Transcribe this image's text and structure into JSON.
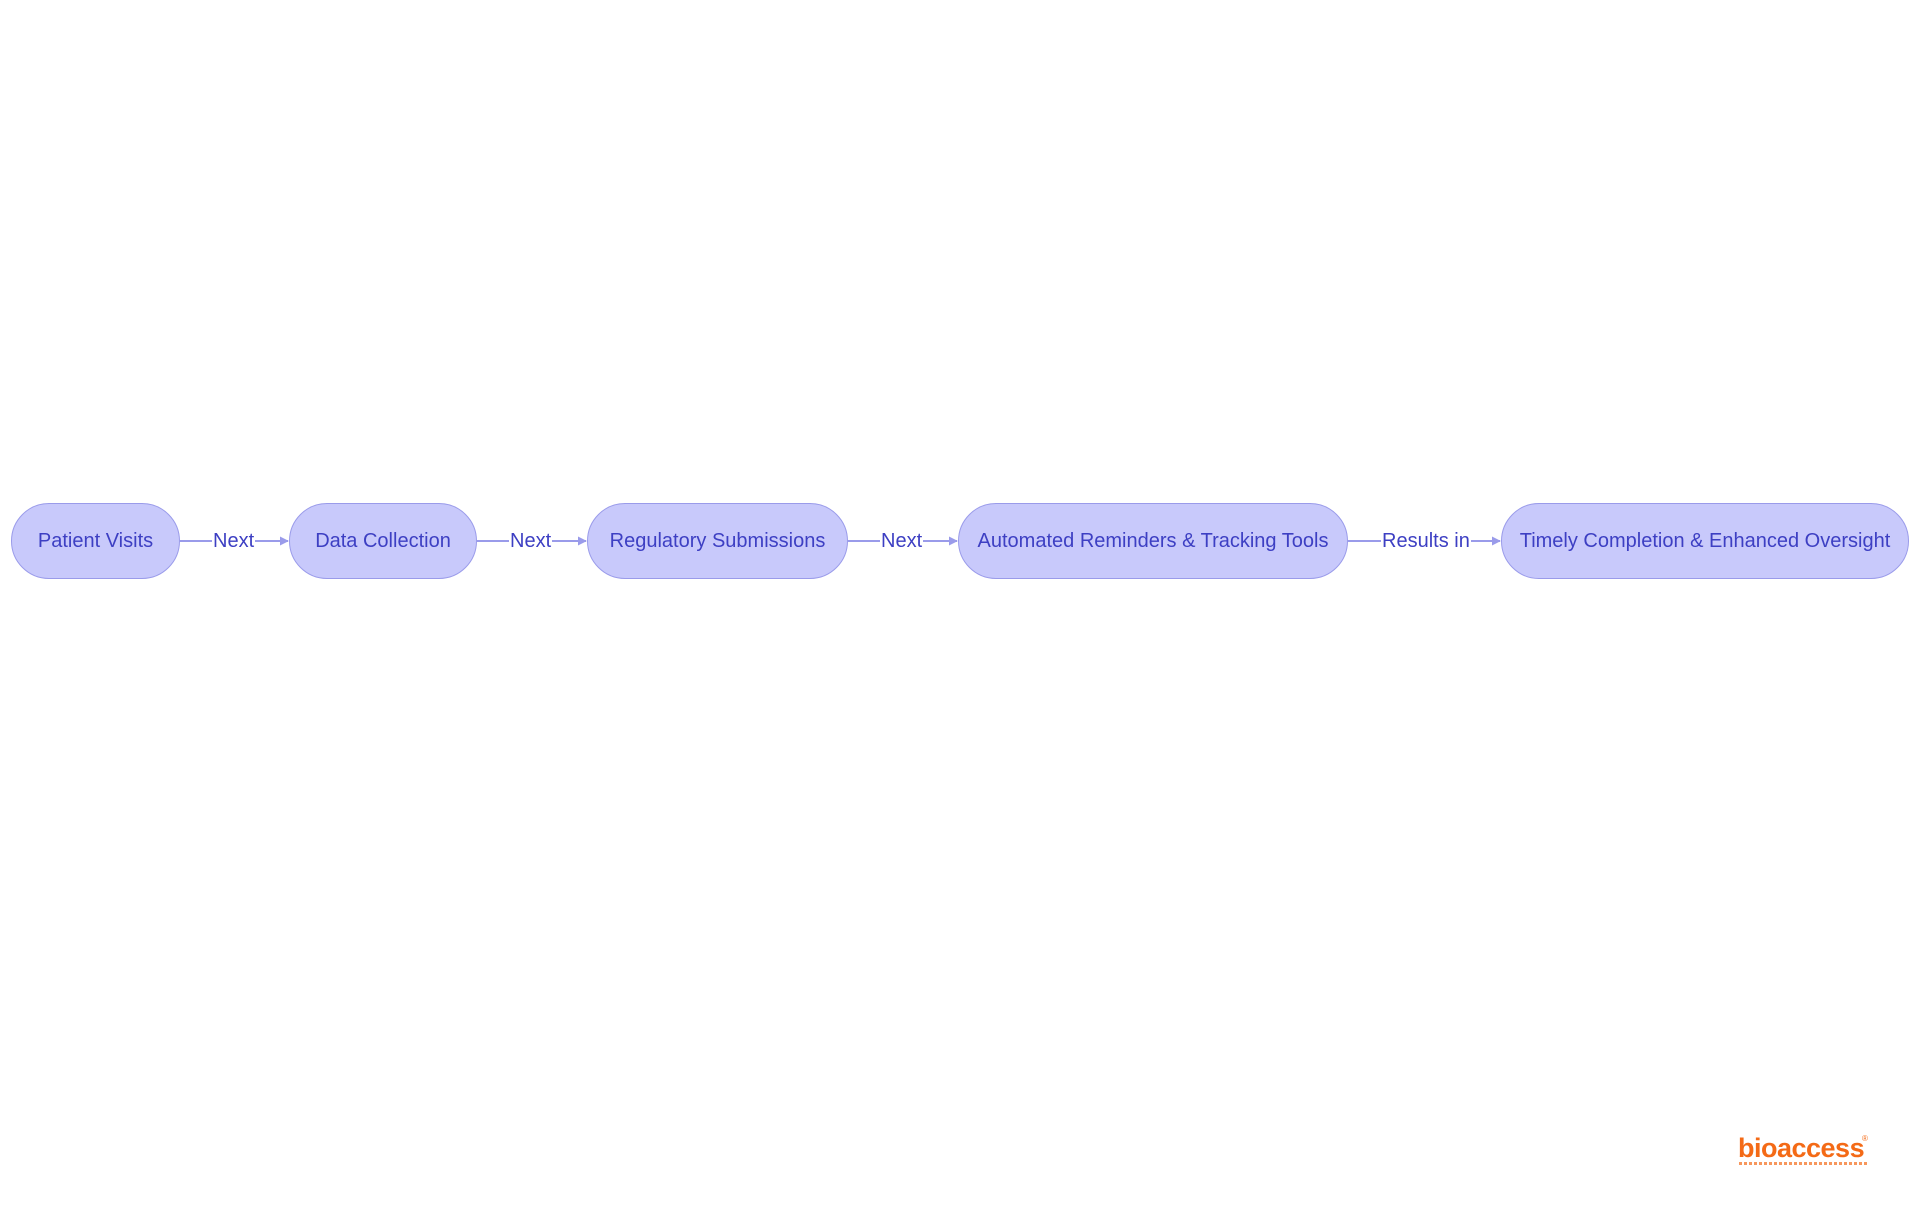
{
  "diagram": {
    "colors": {
      "node_fill": "#c8c9fb",
      "node_border": "#9a9bea",
      "text": "#3d3fc3",
      "edge": "#9a9bea",
      "logo": "#f46a16"
    },
    "nodes": [
      {
        "id": "patient-visits",
        "label": "Patient Visits"
      },
      {
        "id": "data-collection",
        "label": "Data Collection"
      },
      {
        "id": "regulatory-submissions",
        "label": "Regulatory Submissions"
      },
      {
        "id": "automated-reminders",
        "label": "Automated Reminders & Tracking Tools"
      },
      {
        "id": "timely-completion",
        "label": "Timely Completion & Enhanced Oversight"
      }
    ],
    "edges": [
      {
        "from": "patient-visits",
        "to": "data-collection",
        "label": "Next"
      },
      {
        "from": "data-collection",
        "to": "regulatory-submissions",
        "label": "Next"
      },
      {
        "from": "regulatory-submissions",
        "to": "automated-reminders",
        "label": "Next"
      },
      {
        "from": "automated-reminders",
        "to": "timely-completion",
        "label": "Results in"
      }
    ]
  },
  "logo": {
    "text": "bioaccess",
    "registered": "®"
  }
}
